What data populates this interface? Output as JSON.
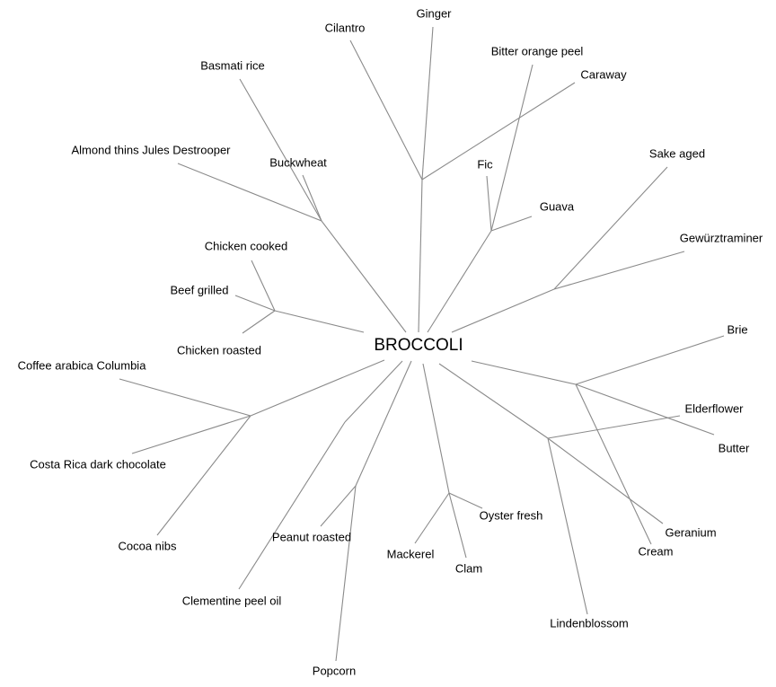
{
  "root": "BROCCOLI",
  "edge_color": "#8a8a8a",
  "leaves": [
    "Ginger",
    "Cilantro",
    "Bitter orange peel",
    "Caraway",
    "Basmati rice",
    "Almond thins Jules Destrooper",
    "Buckwheat",
    "Fic",
    "Guava",
    "Sake aged",
    "Gewürztraminer",
    "Chicken cooked",
    "Beef grilled",
    "Chicken roasted",
    "Brie",
    "Coffee arabica Columbia",
    "Elderflower",
    "Butter",
    "Costa Rica dark chocolate",
    "Oyster fresh",
    "Geranium",
    "Cocoa nibs",
    "Peanut roasted",
    "Cream",
    "Mackerel",
    "Clam",
    "Clementine peel oil",
    "Lindenblossom",
    "Popcorn"
  ]
}
